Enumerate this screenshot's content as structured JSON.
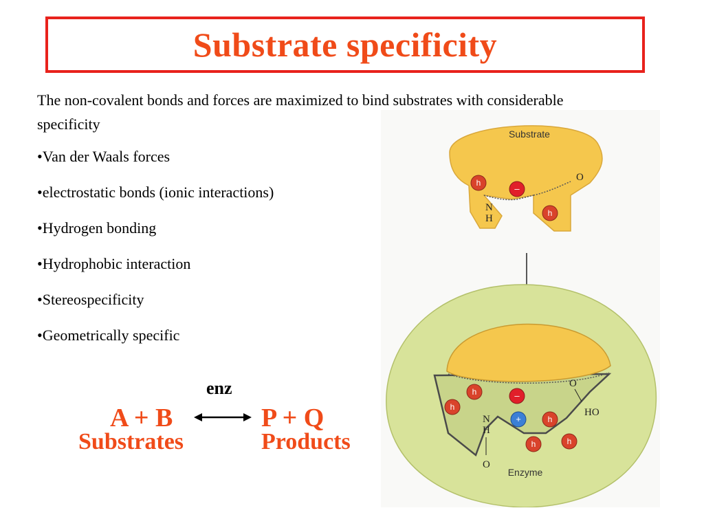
{
  "slide": {
    "title": "Substrate specificity",
    "intro": "The non-covalent bonds and forces are maximized to bind substrates with considerable specificity",
    "bullets": [
      "•Van der Waals forces",
      "•electrostatic bonds (ionic interactions)",
      "•Hydrogen bonding",
      "•Hydrophobic interaction",
      "•Stereospecificity",
      "•Geometrically specific"
    ]
  },
  "equation": {
    "catalyst": "enz",
    "left": "A + B",
    "right": "P + Q",
    "left_label": "Substrates",
    "right_label": "Products"
  },
  "diagram": {
    "substrate_label": "Substrate",
    "enzyme_label": "Enzyme",
    "h": "h",
    "minus": "–",
    "plus": "+",
    "O": "O",
    "N": "N",
    "H": "H",
    "HO": "HO"
  },
  "colors": {
    "title": "#f04b19",
    "border": "#e8221c",
    "substrate_fill": "#f5c74d",
    "enzyme_fill": "#d8e39a",
    "hydrophobic_red": "#d9432b",
    "negative": "#e11f2a",
    "positive": "#3b7fd6"
  }
}
